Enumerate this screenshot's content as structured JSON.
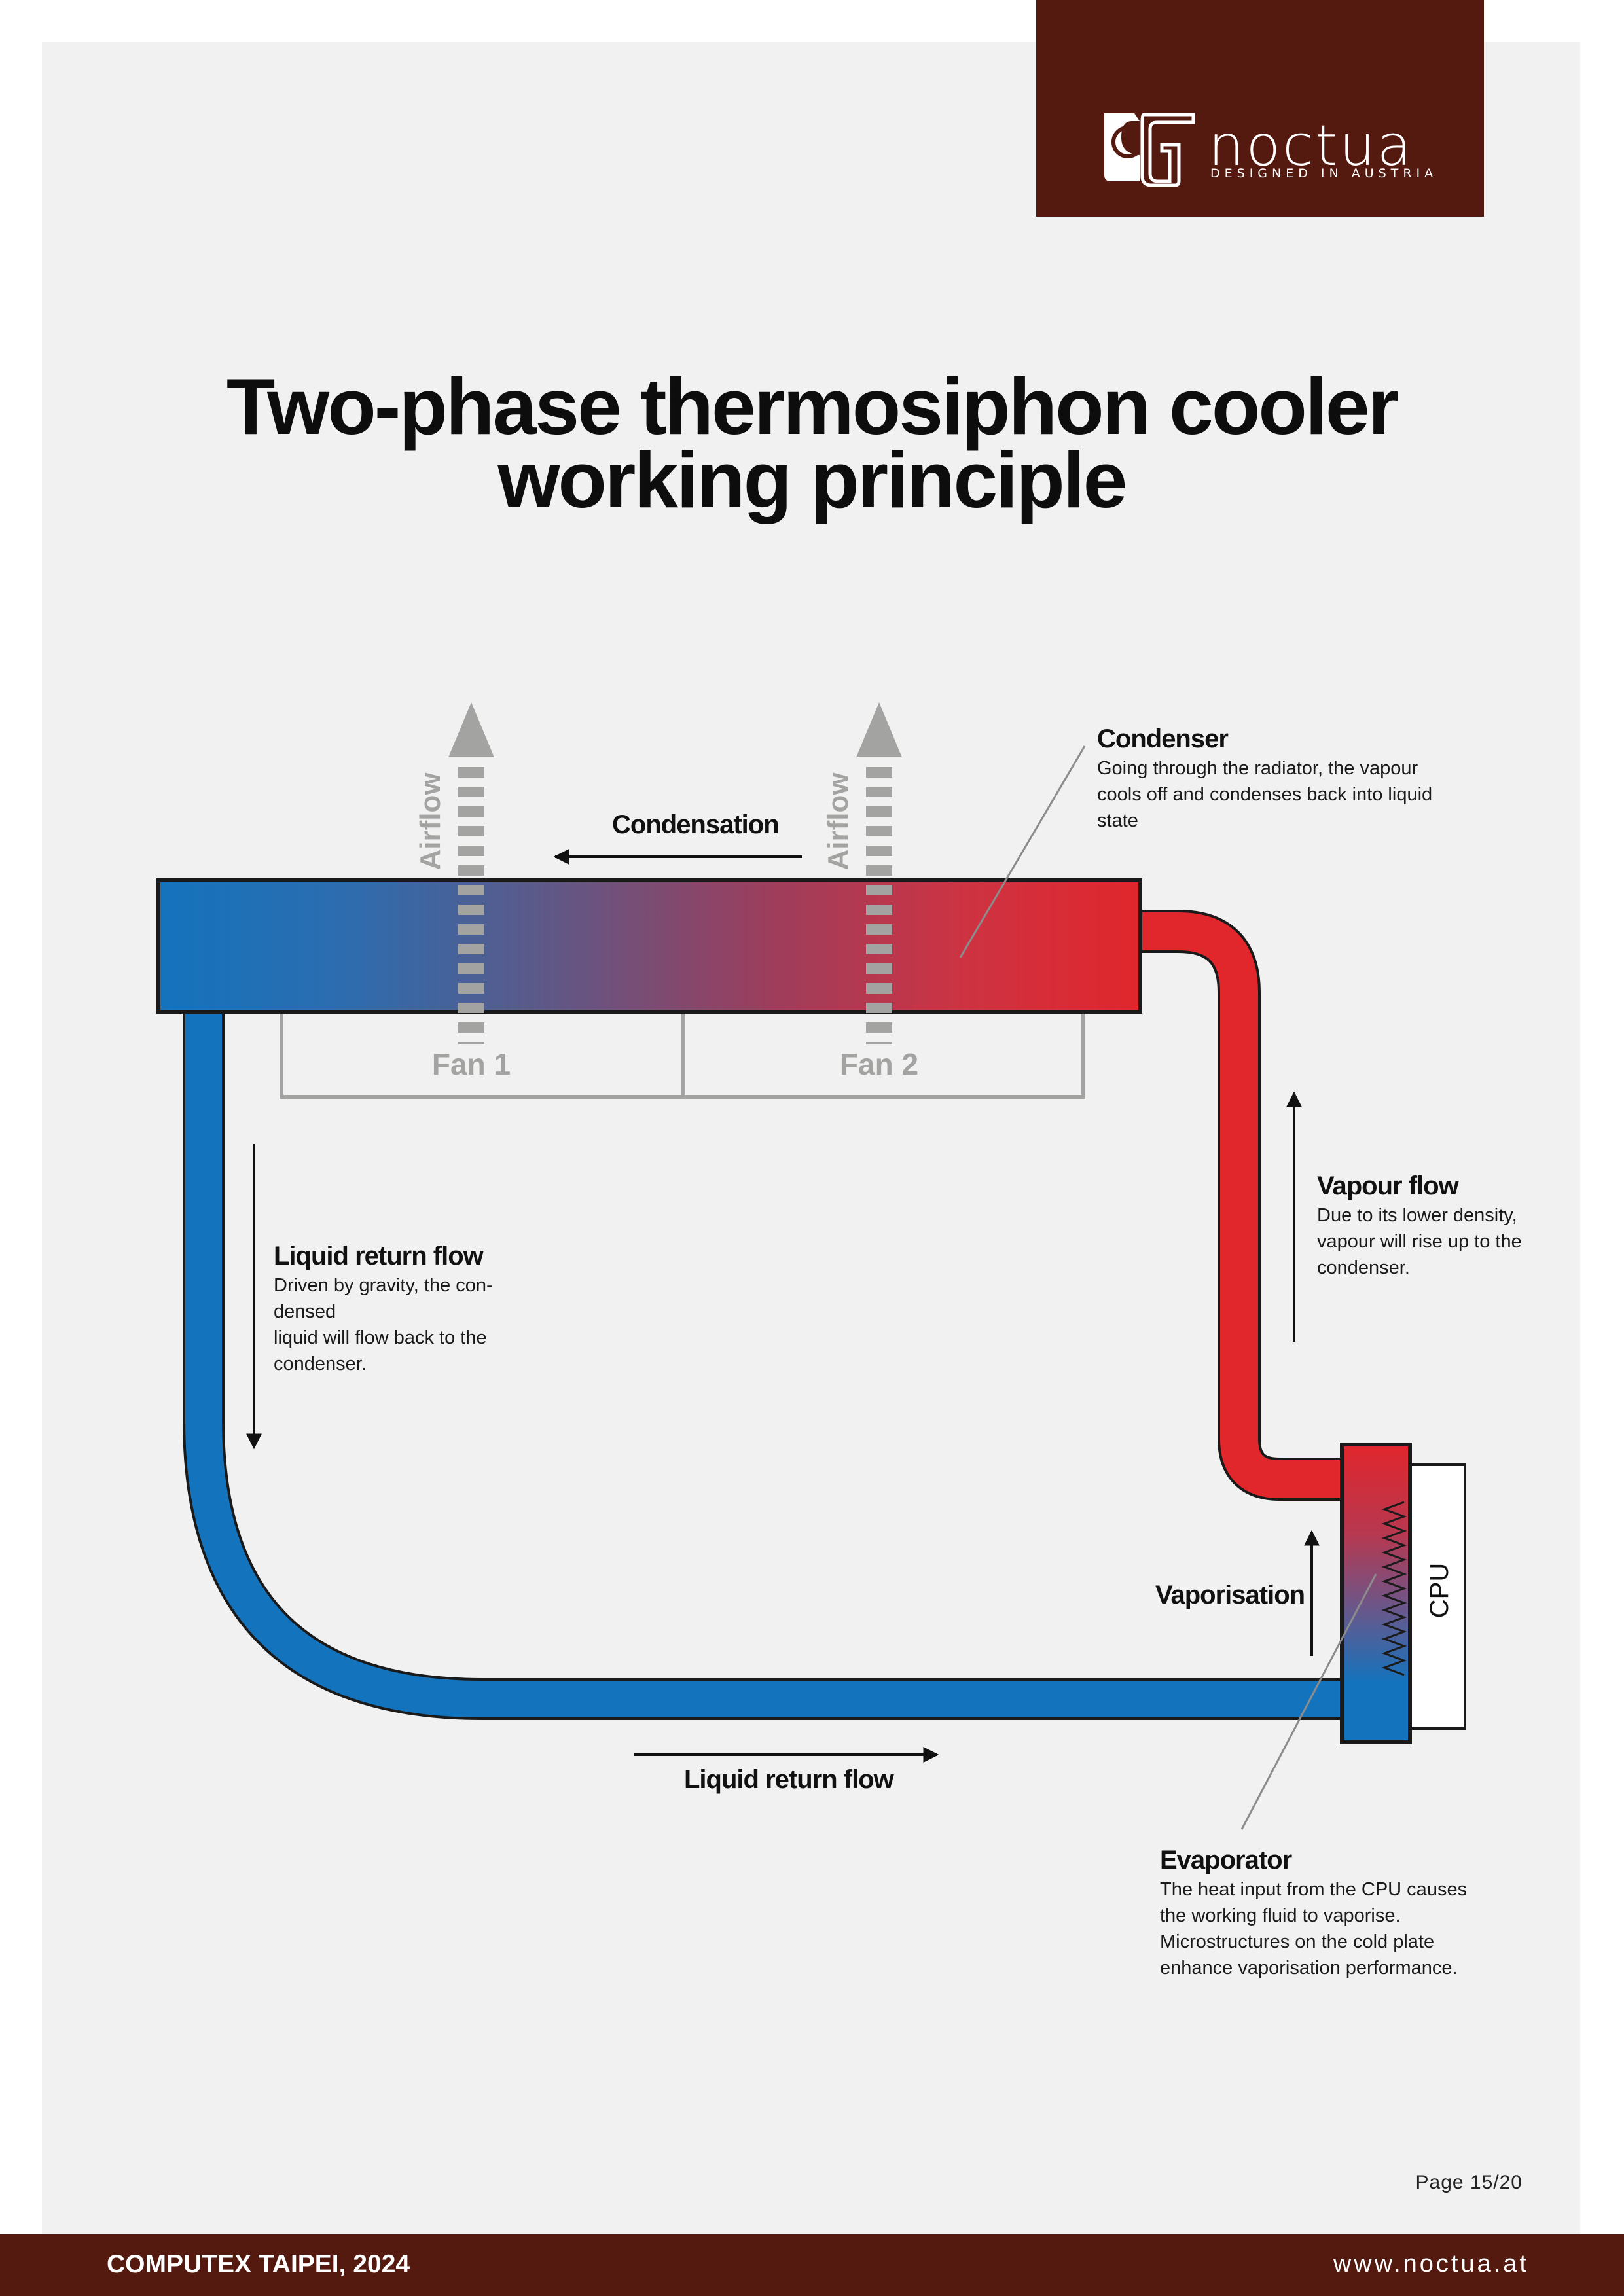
{
  "brand": {
    "name": "noctua",
    "tagline": "DESIGNED IN AUSTRIA",
    "color": "#541a10"
  },
  "title": {
    "line1": "Two-phase thermosiphon cooler",
    "line2": "working principle"
  },
  "diagram": {
    "airflow_labels": [
      "Airflow",
      "Airflow"
    ],
    "fan_labels": [
      "Fan 1",
      "Fan 2"
    ],
    "condensation_label": "Condensation",
    "vaporisation_label": "Vaporisation",
    "cpu_label": "CPU",
    "liquid_return_bottom_label": "Liquid return flow",
    "condenser": {
      "heading": "Condenser",
      "text": "Going through the radiator, the vapour\ncools off and condenses back into liquid\nstate"
    },
    "vapour_flow": {
      "heading": "Vapour flow",
      "text": "Due to its lower density,\nvapour will rise up to the\ncondenser."
    },
    "liquid_return": {
      "heading": "Liquid return flow",
      "text": "Driven by gravity, the con-\ndensed\nliquid will flow back to the\ncondenser."
    },
    "evaporator": {
      "heading": "Evaporator",
      "text": "The heat input from the CPU causes\nthe working fluid to vaporise.\nMicrostructures on the cold plate\nenhance vaporisation performance."
    },
    "colors": {
      "cold": "#1473bd",
      "hot": "#e1262c",
      "airflow": "#a3a3a1",
      "outline": "#1a1a1a"
    }
  },
  "footer": {
    "event": "COMPUTEX TAIPEI, 2024",
    "url": "www.noctua.at",
    "page": "Page 15/20"
  }
}
